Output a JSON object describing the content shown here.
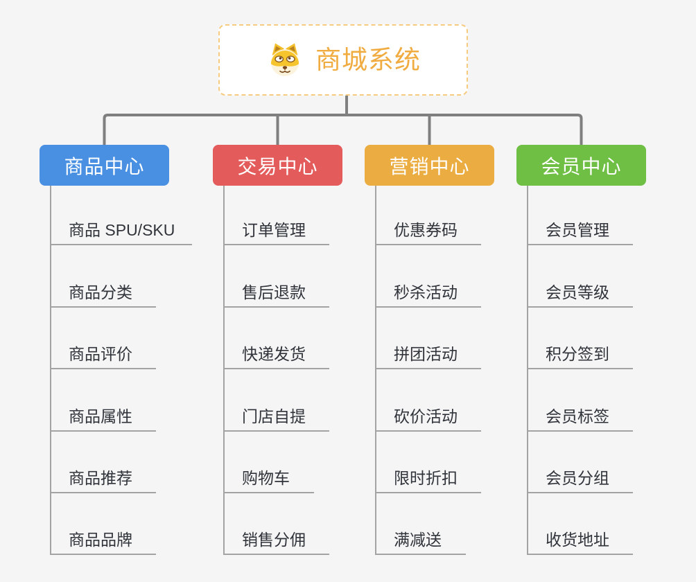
{
  "root": {
    "title": "商城系统",
    "icon": "dog-face-icon",
    "border_color": "#f6cb80",
    "title_color": "#f0ac40"
  },
  "branches": [
    {
      "label": "商品中心",
      "color": "#4a90e2",
      "children": [
        "商品 SPU/SKU",
        "商品分类",
        "商品评价",
        "商品属性",
        "商品推荐",
        "商品品牌"
      ]
    },
    {
      "label": "交易中心",
      "color": "#e35b5b",
      "children": [
        "订单管理",
        "售后退款",
        "快递发货",
        "门店自提",
        "购物车",
        "销售分佣"
      ]
    },
    {
      "label": "营销中心",
      "color": "#ebad41",
      "children": [
        "优惠券码",
        "秒杀活动",
        "拼团活动",
        "砍价活动",
        "限时折扣",
        "满减送"
      ]
    },
    {
      "label": "会员中心",
      "color": "#6fbf44",
      "children": [
        "会员管理",
        "会员等级",
        "积分签到",
        "会员标签",
        "会员分组",
        "收货地址"
      ]
    }
  ],
  "colors": {
    "background": "#f5f5f5",
    "connector_dark": "#7f7f7f",
    "connector_light": "#a3a3a3",
    "leaf_text": "#30343a"
  }
}
